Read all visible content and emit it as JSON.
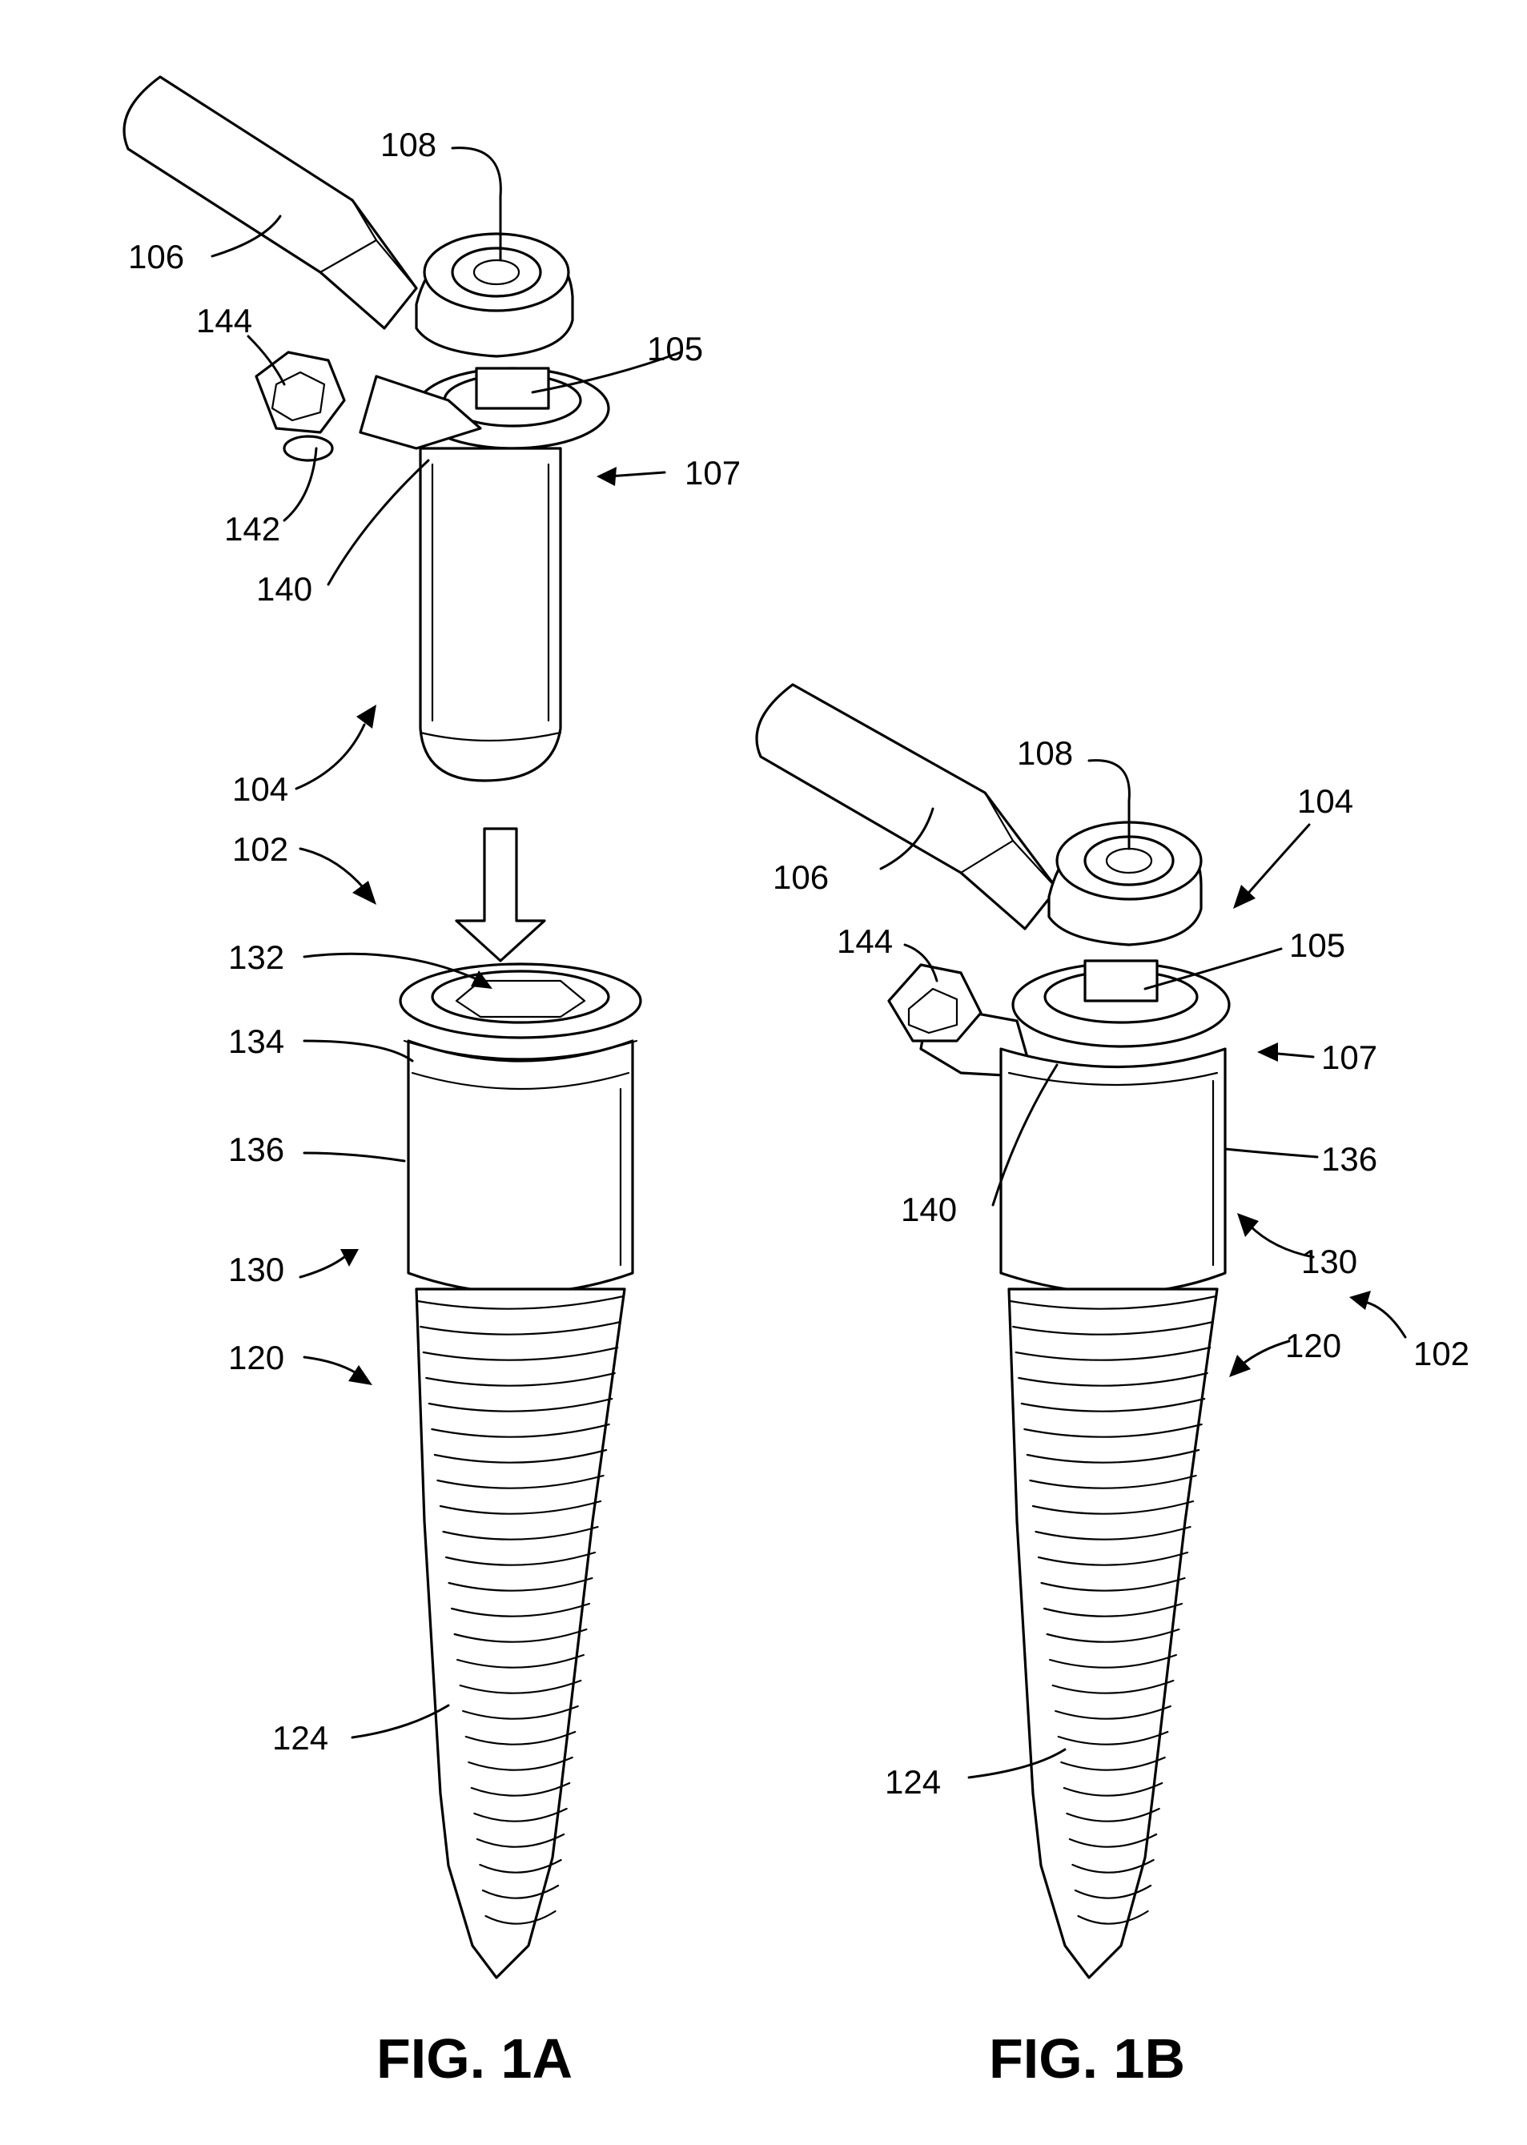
{
  "figures": [
    {
      "caption": "FIG. 1A",
      "labels": {
        "l108": "108",
        "l106": "106",
        "l144": "144",
        "l105": "105",
        "l107": "107",
        "l142": "142",
        "l140": "140",
        "l104": "104",
        "l102": "102",
        "l132": "132",
        "l134": "134",
        "l136": "136",
        "l130": "130",
        "l120": "120",
        "l124": "124"
      }
    },
    {
      "caption": "FIG. 1B",
      "labels": {
        "l108": "108",
        "l104": "104",
        "l106": "106",
        "l144": "144",
        "l105": "105",
        "l107": "107",
        "l136": "136",
        "l140": "140",
        "l130": "130",
        "l102": "102",
        "l120": "120",
        "l124": "124"
      }
    }
  ]
}
